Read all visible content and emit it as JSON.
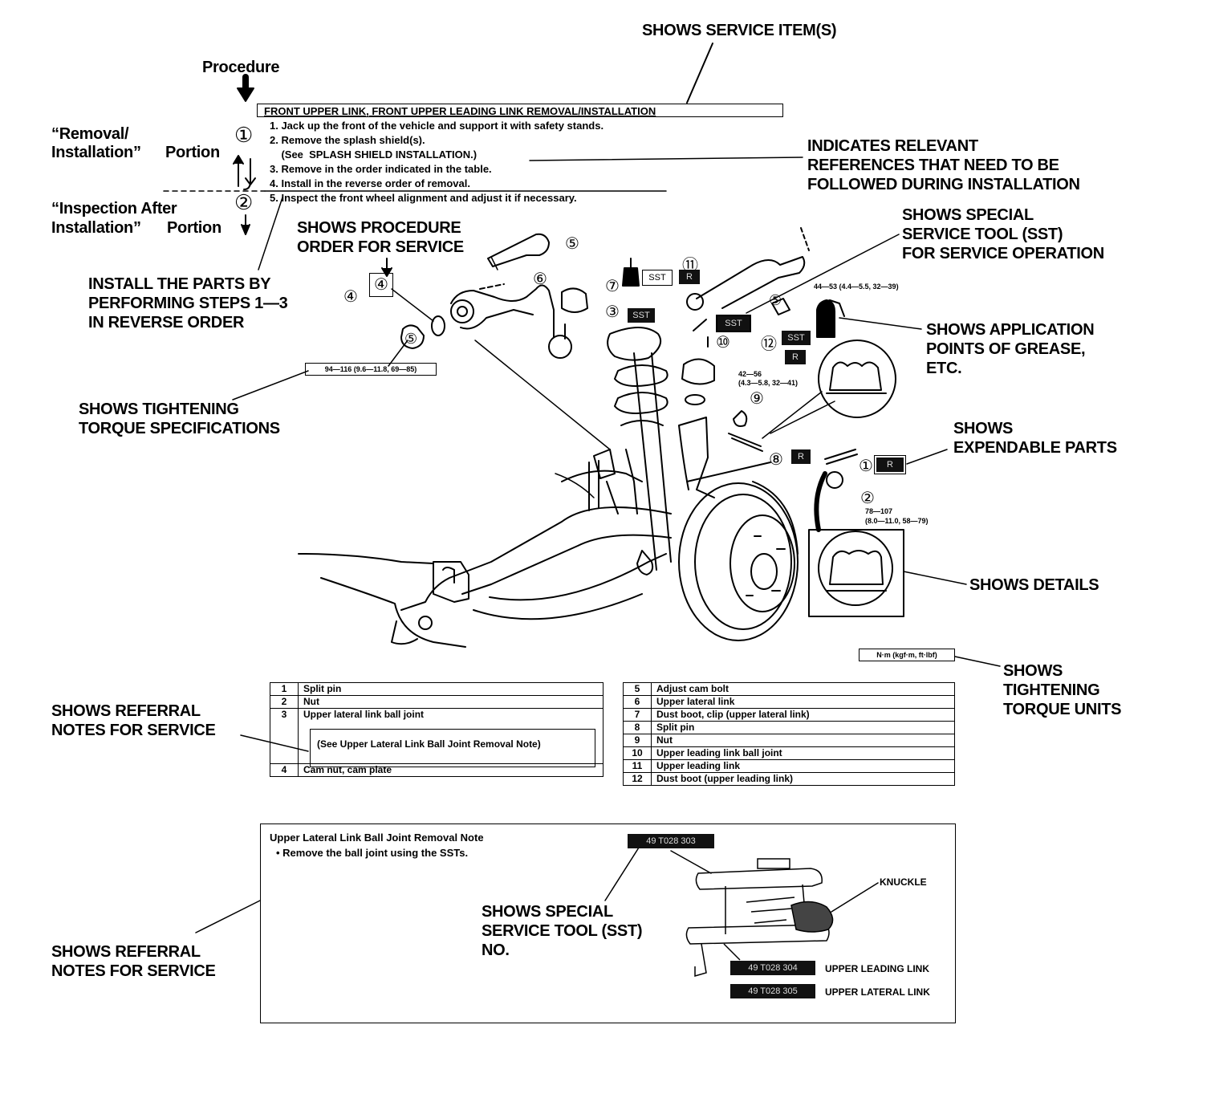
{
  "callouts": {
    "service_items": "SHOWS SERVICE ITEM(S)",
    "procedure": "Procedure",
    "removal_installation_1": "“Removal/",
    "removal_installation_2": "Installation”",
    "portion_1": "Portion",
    "inspection_1": "“Inspection After",
    "inspection_2": "Installation”",
    "portion_2": "Portion",
    "relevant_refs": [
      "INDICATES RELEVANT",
      "REFERENCES THAT NEED TO BE",
      "FOLLOWED DURING INSTALLATION"
    ],
    "procedure_order": [
      "SHOWS PROCEDURE",
      "ORDER FOR SERVICE"
    ],
    "special_tool": [
      "SHOWS SPECIAL",
      "SERVICE TOOL (SST)",
      "FOR SERVICE OPERATION"
    ],
    "install_reverse": [
      "INSTALL THE PARTS BY",
      "PERFORMING STEPS 1—3",
      "IN REVERSE ORDER"
    ],
    "grease": [
      "SHOWS APPLICATION",
      "POINTS OF GREASE,",
      "ETC."
    ],
    "torque_specs": [
      "SHOWS TIGHTENING",
      "TORQUE SPECIFICATIONS"
    ],
    "expendable": [
      "SHOWS",
      "EXPENDABLE PARTS"
    ],
    "details": "SHOWS DETAILS",
    "torque_units": [
      "SHOWS",
      "TIGHTENING",
      "TORQUE UNITS"
    ],
    "referral_1": [
      "SHOWS REFERRAL",
      "NOTES FOR SERVICE"
    ],
    "referral_2": [
      "SHOWS REFERRAL",
      "NOTES FOR SERVICE"
    ],
    "sst_number": [
      "SHOWS SPECIAL",
      "SERVICE TOOL (SST)",
      "NO."
    ]
  },
  "procedure": {
    "title": "FRONT UPPER LINK, FRONT UPPER LEADING LINK REMOVAL/INSTALLATION",
    "steps": [
      "1. Jack up the front of the vehicle and support it with safety stands.",
      "2. Remove the splash shield(s).",
      "    (See  SPLASH SHIELD INSTALLATION.)",
      "3. Remove in the order indicated in the table.",
      "4. Install in the reverse order of removal.",
      "5. Inspect the front wheel alignment and adjust it if necessary."
    ],
    "marker_1": "①",
    "marker_2": "②"
  },
  "diagram": {
    "part_numbers": [
      "①",
      "②",
      "③",
      "④",
      "⑤",
      "⑥",
      "⑦",
      "⑧",
      "⑨",
      "⑩",
      "⑪",
      "⑫"
    ],
    "boxed_4": "④",
    "sst_label": "SST",
    "r_label": "R",
    "torque_left": "94—116 (9.6—11.8, 69—85)",
    "torque_top_right": "44—53 (4.4—5.5, 32—39)",
    "torque_mid_1": "42—56",
    "torque_mid_2": "(4.3—5.8, 32—41)",
    "torque_low_1": "78—107",
    "torque_low_2": "(8.0—11.0, 58—79)",
    "torque_units_box": "N·m (kgf·m, ft·lbf)"
  },
  "parts_left": [
    {
      "num": "1",
      "name": "Split pin"
    },
    {
      "num": "2",
      "name": "Nut"
    },
    {
      "num": "3",
      "name": "Upper lateral link ball joint"
    },
    {
      "num": "4",
      "name": "Cam nut, cam plate"
    }
  ],
  "parts_left_note": "(See  Upper  Lateral  Link  Ball  Joint  Removal Note)",
  "parts_right": [
    {
      "num": "5",
      "name": "Adjust cam bolt"
    },
    {
      "num": "6",
      "name": "Upper lateral link"
    },
    {
      "num": "7",
      "name": "Dust boot, clip (upper lateral link)"
    },
    {
      "num": "8",
      "name": "Split pin"
    },
    {
      "num": "9",
      "name": "Nut"
    },
    {
      "num": "10",
      "name": "Upper leading link ball joint"
    },
    {
      "num": "11",
      "name": "Upper leading link"
    },
    {
      "num": "12",
      "name": "Dust boot (upper leading link)"
    }
  ],
  "referral": {
    "title": "Upper Lateral Link Ball Joint Removal Note",
    "bullet": "•  Remove the ball joint using the SSTs.",
    "sst_top": "49 T028 303",
    "sst_mid": "49 T028 304",
    "sst_bottom": "49 T028 305",
    "knuckle": "KNUCKLE",
    "upper_leading_link": "UPPER LEADING LINK",
    "upper_lateral_link": "UPPER LATERAL LINK"
  }
}
